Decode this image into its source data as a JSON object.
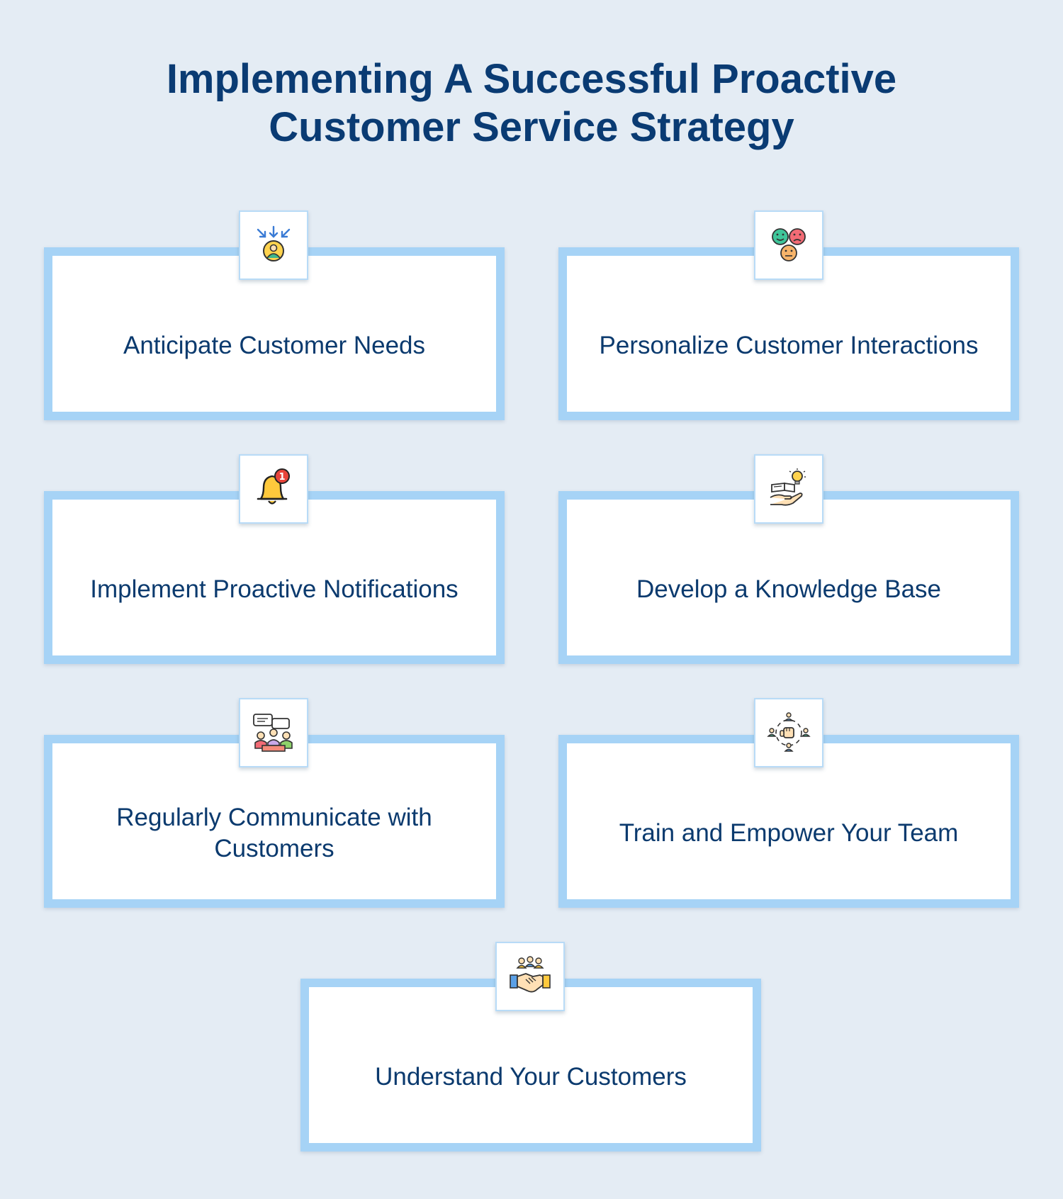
{
  "title": {
    "line1": "Implementing A Successful Proactive",
    "line2": "Customer Service Strategy"
  },
  "steps": [
    {
      "label": "Anticipate Customer Needs",
      "icon": "target-customer-icon"
    },
    {
      "label": "Personalize Customer Interactions",
      "icon": "emoji-faces-icon"
    },
    {
      "label": "Implement Proactive Notifications",
      "icon": "notification-bell-icon"
    },
    {
      "label": "Develop a Knowledge Base",
      "icon": "book-lightbulb-hand-icon"
    },
    {
      "label": "Regularly Communicate with Customers",
      "icon": "team-chat-icon"
    },
    {
      "label": "Train and Empower Your Team",
      "icon": "team-fist-icon"
    },
    {
      "label": "Understand Your Customers",
      "icon": "handshake-group-icon"
    }
  ],
  "colors": {
    "background": "#e4ecf4",
    "title": "#0a3b73",
    "card_border": "#a6d3f6",
    "card_text": "#0b3a6e"
  }
}
